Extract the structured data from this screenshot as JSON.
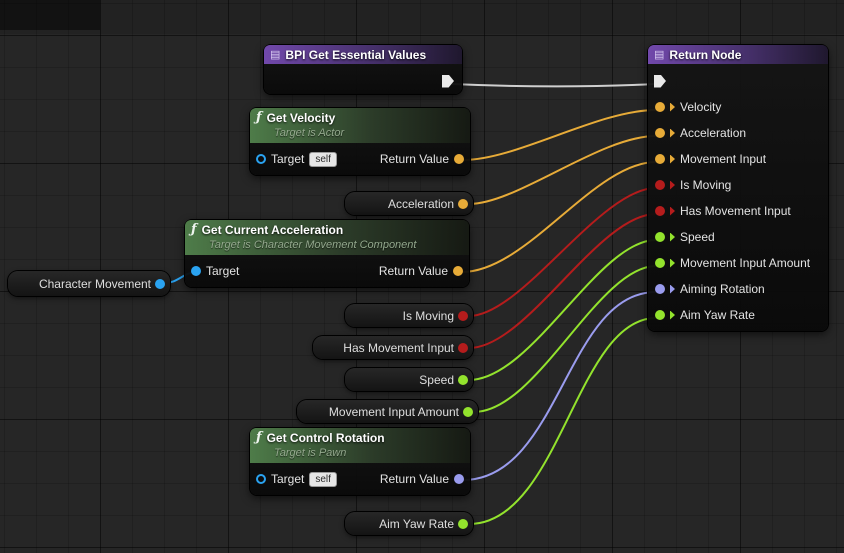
{
  "colors": {
    "exec_wire": "#cfcfcf",
    "exec_pin": "#e9e9e9",
    "vector": "#e7ab38",
    "bool": "#b51c1c",
    "float": "#93e32d",
    "rotator": "#9a9cee",
    "object": "#2aa3f1",
    "header_function": "#4e7c49",
    "header_special": "#7148ab",
    "background": "#262626"
  },
  "icons": {
    "function_glyph": "ƒ",
    "list_glyph": "▤"
  },
  "nodes": {
    "bpi": {
      "title": "BPI Get Essential Values"
    },
    "return_node": {
      "title": "Return Node",
      "pins": [
        {
          "label": "Velocity",
          "type": "vector"
        },
        {
          "label": "Acceleration",
          "type": "vector"
        },
        {
          "label": "Movement Input",
          "type": "vector"
        },
        {
          "label": "Is Moving",
          "type": "bool"
        },
        {
          "label": "Has Movement Input",
          "type": "bool"
        },
        {
          "label": "Speed",
          "type": "float"
        },
        {
          "label": "Movement Input Amount",
          "type": "float"
        },
        {
          "label": "Aiming Rotation",
          "type": "rotator"
        },
        {
          "label": "Aim Yaw Rate",
          "type": "float"
        }
      ]
    },
    "get_velocity": {
      "title": "Get Velocity",
      "subtitle": "Target is Actor",
      "target_label": "Target",
      "self_label": "self",
      "return_label": "Return Value"
    },
    "acceleration": {
      "label": "Acceleration"
    },
    "get_current_acceleration": {
      "title": "Get Current Acceleration",
      "subtitle": "Target is Character Movement Component",
      "target_label": "Target",
      "return_label": "Return Value"
    },
    "character_movement": {
      "label": "Character Movement"
    },
    "is_moving": {
      "label": "Is Moving"
    },
    "has_movement_input": {
      "label": "Has Movement Input"
    },
    "speed": {
      "label": "Speed"
    },
    "movement_input_amount": {
      "label": "Movement Input Amount"
    },
    "get_control_rotation": {
      "title": "Get Control Rotation",
      "subtitle": "Target is Pawn",
      "target_label": "Target",
      "self_label": "self",
      "return_label": "Return Value"
    },
    "aim_yaw_rate": {
      "label": "Aim Yaw Rate"
    }
  }
}
